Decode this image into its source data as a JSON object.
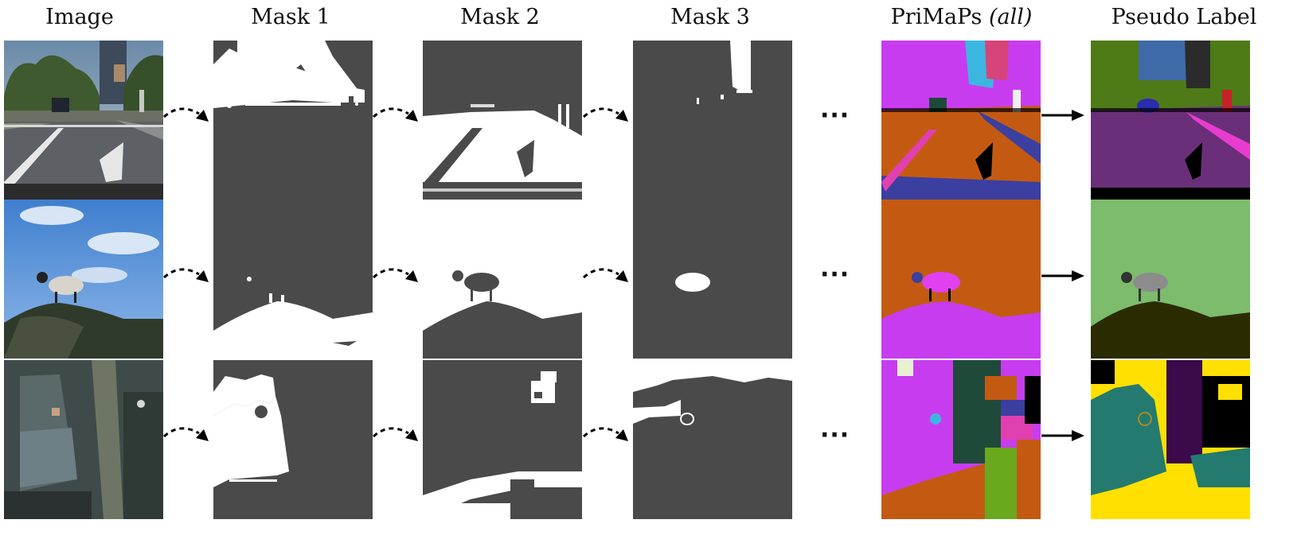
{
  "columns": [
    {
      "key": "image",
      "label": "Image"
    },
    {
      "key": "mask1",
      "label": "Mask 1"
    },
    {
      "key": "mask2",
      "label": "Mask 2"
    },
    {
      "key": "mask3",
      "label": "Mask 3"
    },
    {
      "key": "primaps",
      "label": "PriMaPs",
      "label_italic": "(all)"
    },
    {
      "key": "pseudo",
      "label": "Pseudo Label"
    }
  ],
  "ellipsis": "···",
  "rows": [
    "driving-scene",
    "sheep-on-rock",
    "aerial-view"
  ],
  "colors": {
    "mask_bg": "#4a4a4a",
    "mask_fg": "#ffffff",
    "primaps": [
      "#c83cf0",
      "#3bb6e0",
      "#d6447a",
      "#c45a12",
      "#3b3fa0",
      "#1f4a3a",
      "#6aa81e",
      "#e040b0",
      "#000000"
    ],
    "pseudo": [
      "#4e7a17",
      "#6a2f78",
      "#3f6aa8",
      "#e83cd0",
      "#7cbc6c",
      "#2b2b00",
      "#8c8c8c",
      "#247a6e",
      "#3a0a4a",
      "#ffe000"
    ]
  }
}
